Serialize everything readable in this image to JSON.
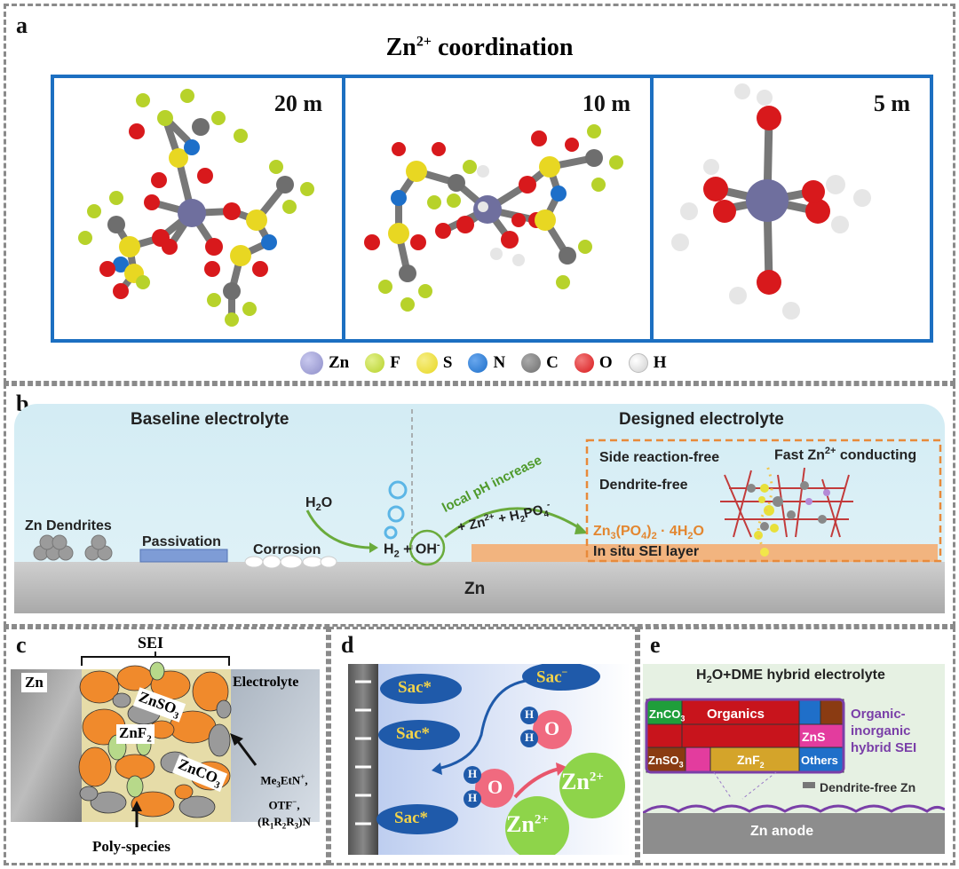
{
  "panel_a": {
    "label": "a",
    "title": "Zn",
    "title_sup": "2+",
    "title_rest": " coordination",
    "boxes": [
      "20 m",
      "10 m",
      "5 m"
    ],
    "legend": [
      {
        "name": "Zn",
        "color": "#8d8dc8"
      },
      {
        "name": "F",
        "color": "#b7d22a"
      },
      {
        "name": "S",
        "color": "#e8d722"
      },
      {
        "name": "N",
        "color": "#1d6fc9"
      },
      {
        "name": "C",
        "color": "#6e6e6e"
      },
      {
        "name": "O",
        "color": "#d8191c"
      },
      {
        "name": "H",
        "color": "#e6e6e6"
      }
    ]
  },
  "panel_b": {
    "label": "b",
    "baseline": "Baseline electrolyte",
    "designed": "Designed electrolyte",
    "zn_dendrites": "Zn Dendrites",
    "passivation": "Passivation",
    "corrosion": "Corrosion",
    "h2o": "H",
    "h2o_sub": "2",
    "h2o_rest": "O",
    "h2": "H",
    "h2_sub": "2",
    "plus": " + ",
    "oh": "OH",
    "oh_sup": "-",
    "local_ph": "local pH increase",
    "zn_reagent": "+ Zn",
    "zn_reagent_sup": "2+",
    "zn_reagent_rest": " + H",
    "zn_reagent_sub": "2",
    "zn_reagent_po": "PO",
    "zn_reagent_sub4": "4",
    "zn_reagent_minus": "-",
    "phosphate": "Zn",
    "phosphate_sub3": "3",
    "phosphate_po": "(PO",
    "phosphate_sub4": "4",
    "phosphate_close": ")",
    "phosphate_sub2": "2",
    "phosphate_rest": " · 4H",
    "phosphate_sub2b": "2",
    "phosphate_o": "O",
    "side_free": "Side reaction-free",
    "dendrite_free": "Dendrite-free",
    "fast": "Fast Zn",
    "fast_sup": "2+",
    "fast_rest": " conducting",
    "sei_layer": "In situ SEI layer",
    "zn": "Zn"
  },
  "panel_c": {
    "label": "c",
    "sei": "SEI",
    "zn": "Zn",
    "electrolyte": "Electrolyte",
    "znso3": "ZnSO",
    "znso3_sub": "3",
    "znf2": "ZnF",
    "znf2_sub": "2",
    "znco3": "ZnCO",
    "znco3_sub": "3",
    "species_line1": "Me",
    "species_line1_sub": "3",
    "species_line1_rest": "EtN",
    "species_line1_sup": "+",
    "species_line1_end": ",",
    "species_line2": "OTF",
    "species_line2_sup": "−",
    "species_line2_end": ",",
    "species_line3": "(R",
    "species_line3_sub1": "1",
    "species_line3_r2": "R",
    "species_line3_sub2": "2",
    "species_line3_r3": "R",
    "species_line3_sub3": "3",
    "species_line3_end": ")N",
    "poly": "Poly-species"
  },
  "panel_d": {
    "label": "d",
    "sac_star": "Sac*",
    "sac_minus": "Sac",
    "sac_minus_sup": "−",
    "h": "H",
    "o": "O",
    "zn": "Zn",
    "zn_sup": "2+"
  },
  "panel_e": {
    "label": "e",
    "title": "H",
    "title_sub": "2",
    "title_rest": "O+DME hybrid electrolyte",
    "znco3": "ZnCO",
    "znco3_sub": "3",
    "organics": "Organics",
    "zns": "ZnS",
    "znso3": "ZnSO",
    "znso3_sub": "3",
    "znf2": "ZnF",
    "znf2_sub": "2",
    "others": "Others",
    "hybrid_line1": "Organic-",
    "hybrid_line2": "inorganic",
    "hybrid_line3": "hybrid SEI",
    "dendrite_free": "Dendrite-free Zn",
    "anode": "Zn anode"
  }
}
